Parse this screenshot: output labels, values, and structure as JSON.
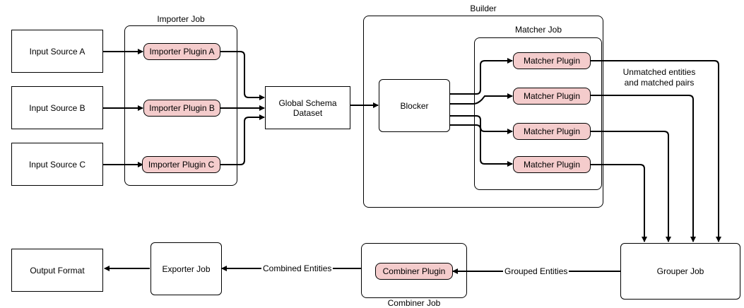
{
  "inputs": [
    "Input Source A",
    "Input Source B",
    "Input Source C"
  ],
  "importer_job": {
    "title": "Importer Job",
    "plugins": [
      "Importer Plugin A",
      "Importer Plugin B",
      "Importer Plugin C"
    ]
  },
  "dataset": {
    "line1": "Global Schema",
    "line2": "Dataset"
  },
  "builder": {
    "title": "Builder",
    "blocker": "Blocker"
  },
  "matcher_job": {
    "title": "Matcher Job",
    "plugins": [
      "Matcher Plugin",
      "Matcher Plugin",
      "Matcher Plugin",
      "Matcher Plugin"
    ]
  },
  "unmatched_note": {
    "line1": "Unmatched entities",
    "line2": "and matched pairs"
  },
  "grouper_job": "Grouper Job",
  "grouped_entities": "Grouped Entities",
  "combiner_job": {
    "title": "Combiner Job",
    "plugin": "Combiner Plugin"
  },
  "combined_entities": "Combined Entities",
  "exporter_job": "Exporter Job",
  "output_format": "Output Format"
}
